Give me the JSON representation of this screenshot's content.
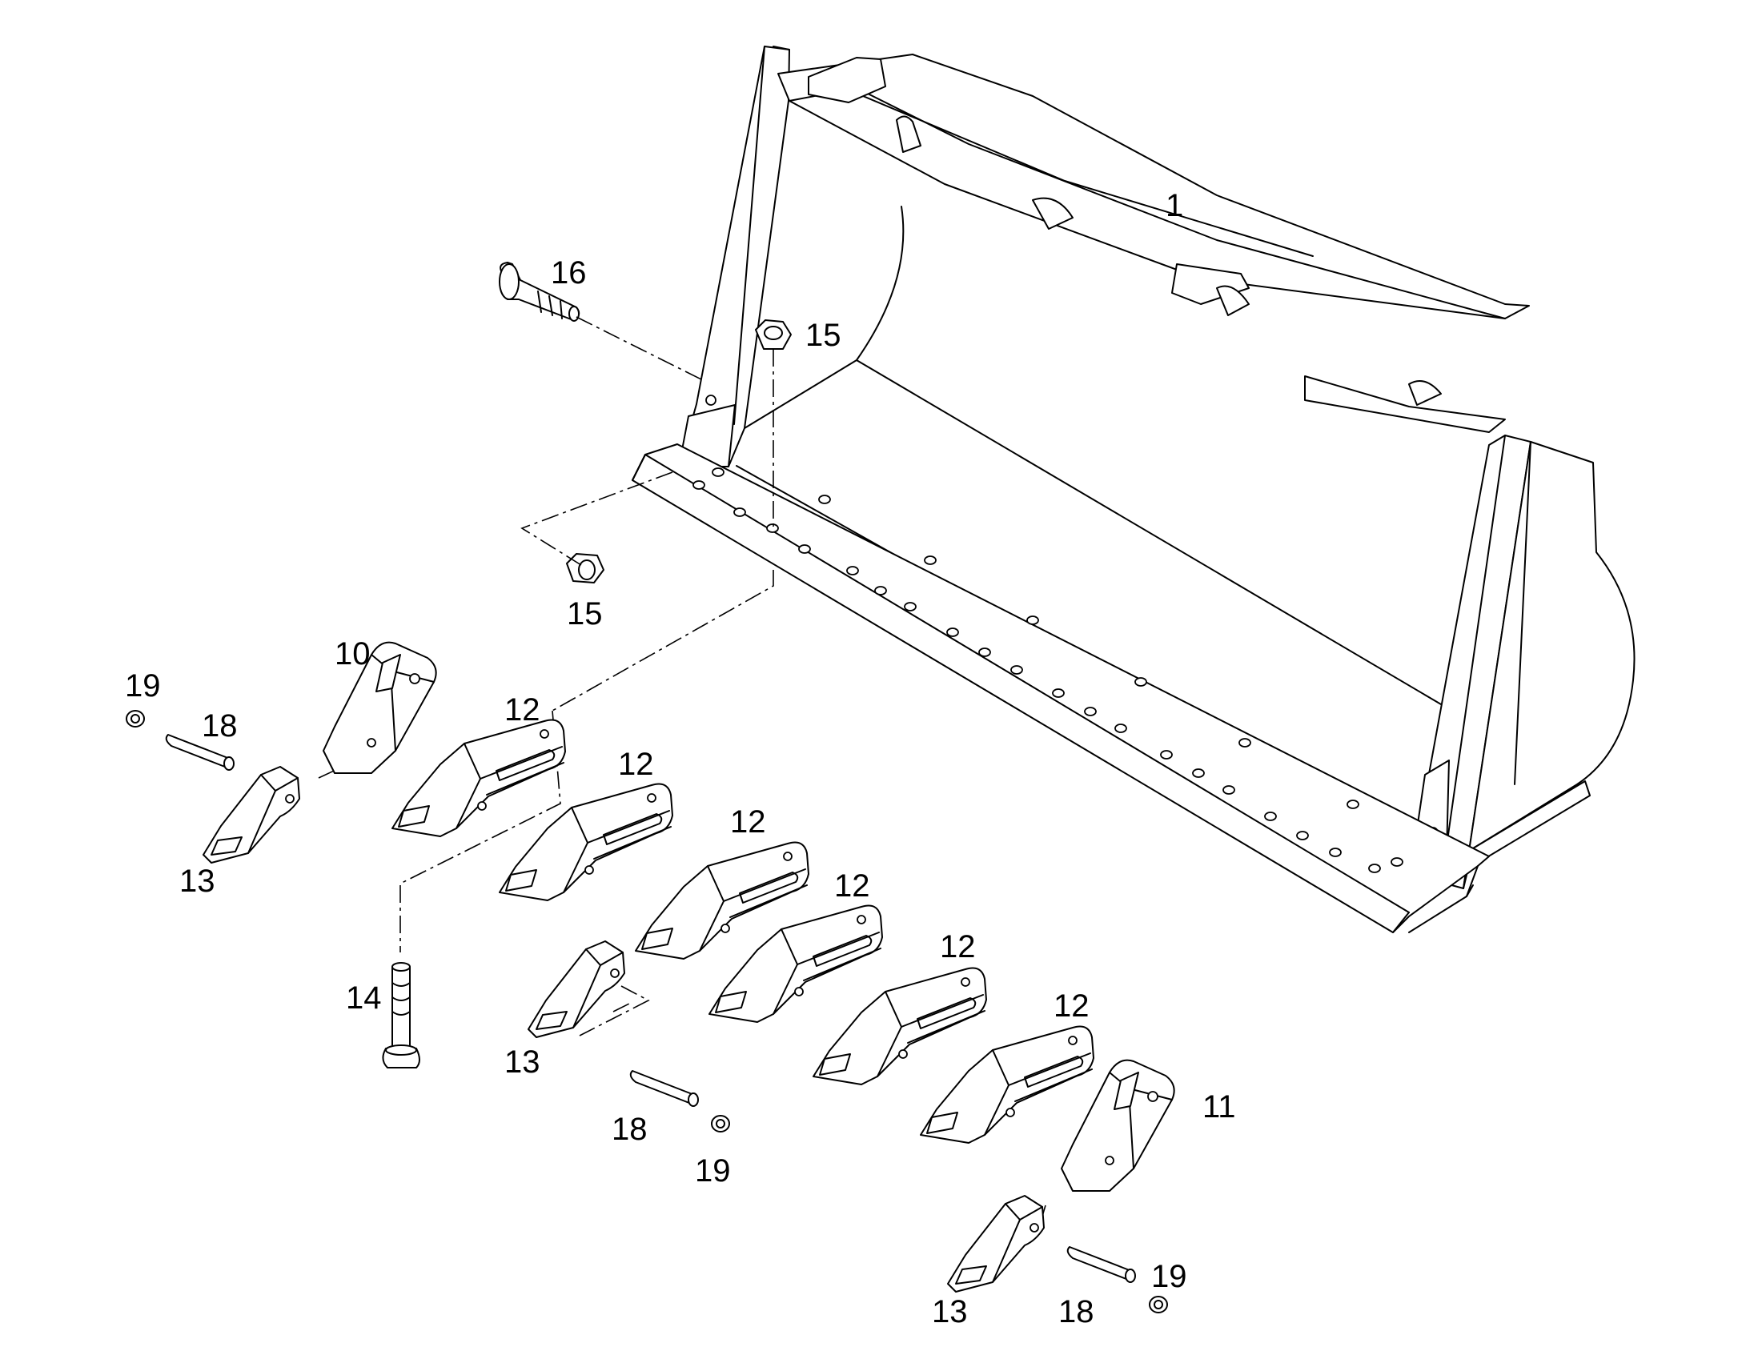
{
  "diagram": {
    "callouts": [
      {
        "id": "c1",
        "text": "1"
      },
      {
        "id": "c16",
        "text": "16"
      },
      {
        "id": "c15a",
        "text": "15"
      },
      {
        "id": "c15b",
        "text": "15"
      },
      {
        "id": "c10",
        "text": "10"
      },
      {
        "id": "c19a",
        "text": "19"
      },
      {
        "id": "c18a",
        "text": "18"
      },
      {
        "id": "c13a",
        "text": "13"
      },
      {
        "id": "c12a",
        "text": "12"
      },
      {
        "id": "c12b",
        "text": "12"
      },
      {
        "id": "c12c",
        "text": "12"
      },
      {
        "id": "c12d",
        "text": "12"
      },
      {
        "id": "c12e",
        "text": "12"
      },
      {
        "id": "c12f",
        "text": "12"
      },
      {
        "id": "c14",
        "text": "14"
      },
      {
        "id": "c13b",
        "text": "13"
      },
      {
        "id": "c18b",
        "text": "18"
      },
      {
        "id": "c19b",
        "text": "19"
      },
      {
        "id": "c11",
        "text": "11"
      },
      {
        "id": "c13c",
        "text": "13"
      },
      {
        "id": "c18c",
        "text": "18"
      },
      {
        "id": "c19c",
        "text": "19"
      }
    ]
  }
}
